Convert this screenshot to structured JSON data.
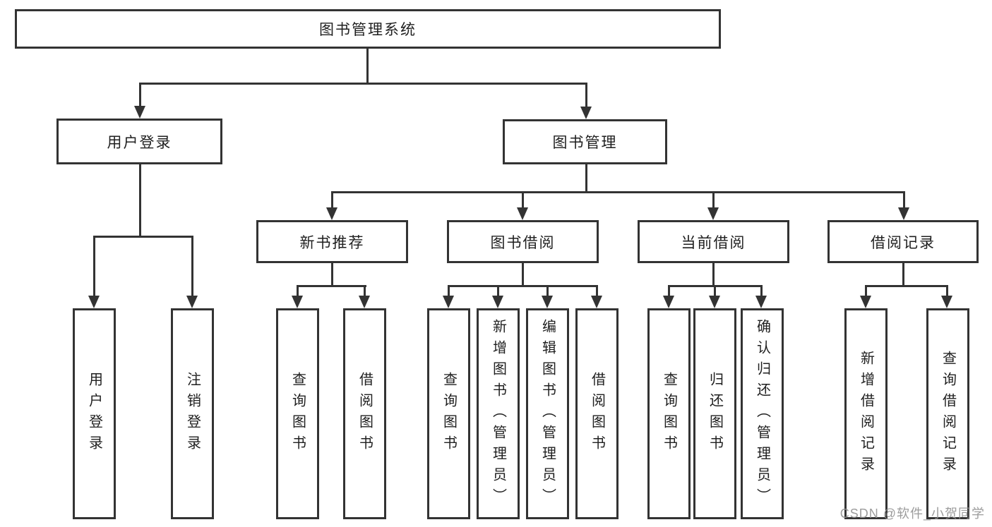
{
  "root": {
    "label": "图书管理系统"
  },
  "level2": [
    {
      "label": "用户登录"
    },
    {
      "label": "图书管理"
    }
  ],
  "level3": [
    {
      "label": "新书推荐"
    },
    {
      "label": "图书借阅"
    },
    {
      "label": "当前借阅"
    },
    {
      "label": "借阅记录"
    }
  ],
  "leaves": [
    {
      "label": "用户登录",
      "parent": "用户登录"
    },
    {
      "label": "注销登录",
      "parent": "用户登录"
    },
    {
      "label": "查询图书",
      "parent": "新书推荐"
    },
    {
      "label": "借阅图书",
      "parent": "新书推荐"
    },
    {
      "label": "查询图书",
      "parent": "图书借阅"
    },
    {
      "label": "新增图书（管理员）",
      "parent": "图书借阅"
    },
    {
      "label": "编辑图书（管理员）",
      "parent": "图书借阅"
    },
    {
      "label": "借阅图书",
      "parent": "图书借阅"
    },
    {
      "label": "查询图书",
      "parent": "当前借阅"
    },
    {
      "label": "归还图书",
      "parent": "当前借阅"
    },
    {
      "label": "确认归还（管理员）",
      "parent": "当前借阅"
    },
    {
      "label": "新增借阅记录",
      "parent": "借阅记录"
    },
    {
      "label": "查询借阅记录",
      "parent": "借阅记录"
    }
  ],
  "watermark": {
    "text": "CSDN @软件_小贺同学"
  },
  "colors": {
    "line": "#333333",
    "box_border": "#333333",
    "text": "#1f1f1f",
    "background": "#ffffff",
    "watermark": "#919191"
  }
}
